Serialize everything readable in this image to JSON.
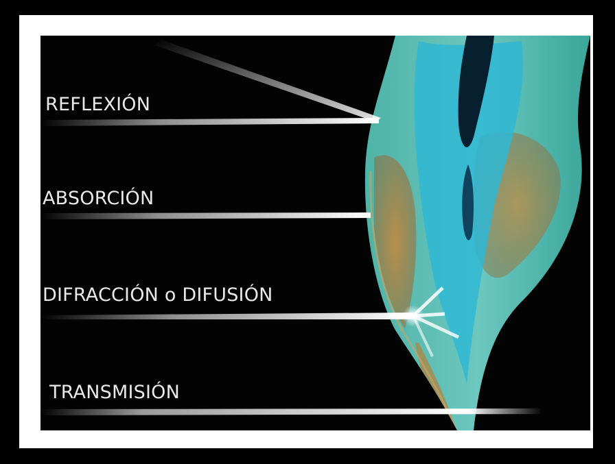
{
  "labels": {
    "reflexion": "REFLEXIÓN",
    "absorcion": "ABSORCIÓN",
    "difraccion": "DIFRACCIÓN o DIFUSIÓN",
    "transmision": "TRANSMISIÓN"
  },
  "colors": {
    "background": "#000000",
    "frame": "#ffffff",
    "panel": "#030303",
    "enamel": "#58bdb4",
    "dentin_blue": "#2fb7d4",
    "dentin_orange": "#b2803c",
    "pulp": "#062030",
    "light_beam": "#ffffff",
    "label_text": "#e9e9e9"
  }
}
